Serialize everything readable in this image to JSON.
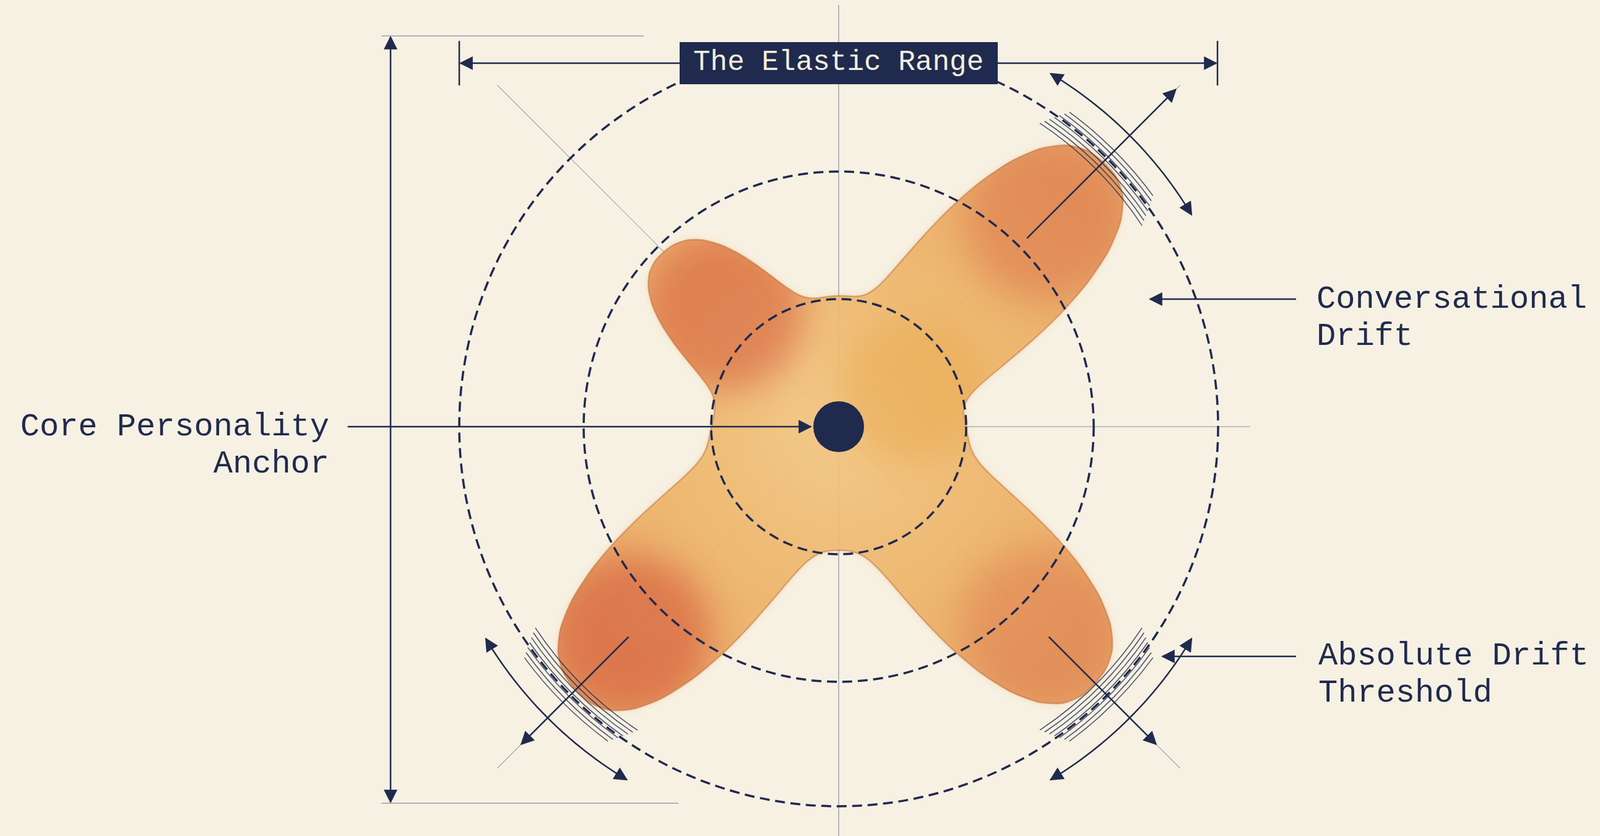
{
  "diagram": {
    "nodes": [
      {
        "text": [
          "The Elastic Range"
        ]
      }
    ],
    "labels": [
      "Core Personality Anchor",
      "Conversational Drift",
      "Absolute Drift Threshold"
    ]
  }
}
